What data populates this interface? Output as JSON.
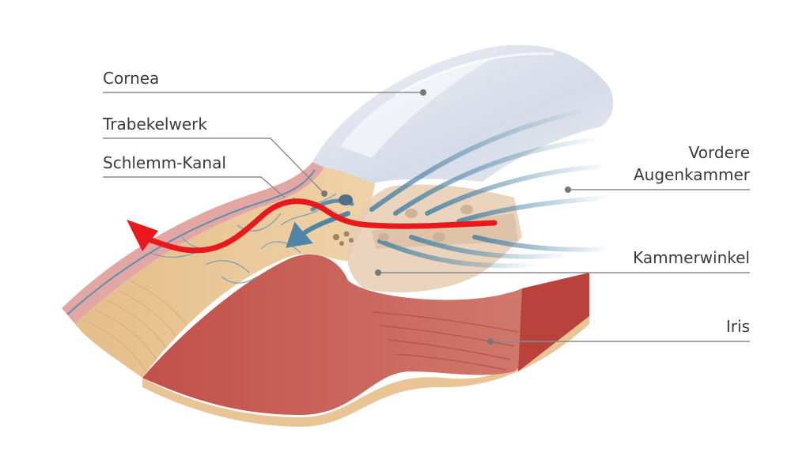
{
  "labels": {
    "cornea": "Cornea",
    "trabekelwerk": "Trabekelwerk",
    "schlemm": "Schlemm-Kanal",
    "vordere_1": "Vordere",
    "vordere_2": "Augenkammer",
    "kammerwinkel": "Kammerwinkel",
    "iris": "Iris"
  },
  "colors": {
    "leader_line": "#8a8a8a",
    "sclera": "#e8c08c",
    "sclera_outer": "#e2a7a2",
    "iris": "#c8645c",
    "cornea": "#dde3ee",
    "flow_arrow": "#e8191c",
    "aqueous_arrow": "#4f86a6"
  }
}
